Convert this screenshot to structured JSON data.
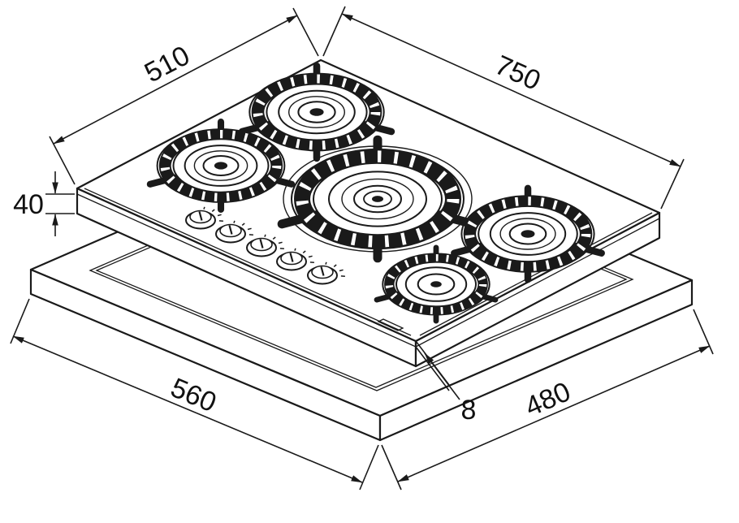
{
  "page": {
    "background_color": "#ffffff"
  },
  "drawing": {
    "subject": "five-burner gas hob installation diagram",
    "line_color": "#1a1a1a",
    "burner_count": 5,
    "knob_count": 5,
    "dimension_labels": {
      "top_left": "510",
      "top_right": "750",
      "left_height": "40",
      "bottom_left": "560",
      "front_edge": "8",
      "bottom_right": "480"
    }
  }
}
